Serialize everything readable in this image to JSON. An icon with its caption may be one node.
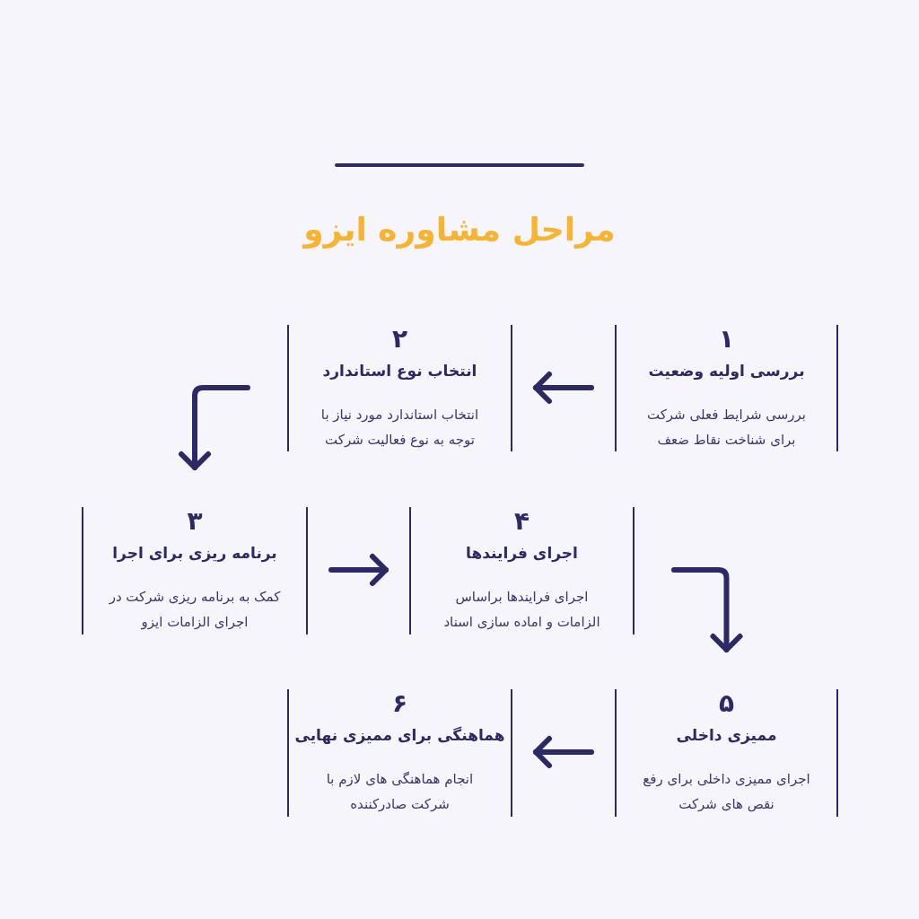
{
  "diagram": {
    "title": "مراحل مشاوره ایزو",
    "nodes": [
      {
        "text": [
          "۱",
          "بررسی اولیه وضعیت",
          "بررسی شرایط فعلی شرکت برای شناخت نقاط ضعف"
        ]
      },
      {
        "text": [
          "۲",
          "انتخاب نوع استاندارد",
          "انتخاب استاندارد مورد نیاز با توجه به نوع فعالیت شرکت"
        ]
      },
      {
        "text": [
          "۳",
          "برنامه ریزی برای اجرا",
          "کمک به برنامه ریزی شرکت در اجرای الزامات ایزو"
        ]
      },
      {
        "text": [
          "۴",
          "اجرای فرایندها",
          "اجرای فرایندها براساس الزامات و اماده سازی اسناد"
        ]
      },
      {
        "text": [
          "۵",
          "ممیزی داخلی",
          "اجرای ممیزی داخلی برای رفع نقص های شرکت"
        ]
      },
      {
        "text": [
          "۶",
          "هماهنگی برای ممیزی نهایی",
          "انجام هماهنگی های لازم با شرکت صادرکننده"
        ]
      }
    ],
    "edges": [
      {
        "from": 0,
        "to": 1,
        "arrow": "to"
      },
      {
        "from": 1,
        "to": 2,
        "arrow": "to"
      },
      {
        "from": 2,
        "to": 3,
        "arrow": "to"
      },
      {
        "from": 3,
        "to": 4,
        "arrow": "to"
      },
      {
        "from": 4,
        "to": 5,
        "arrow": "to"
      }
    ]
  }
}
